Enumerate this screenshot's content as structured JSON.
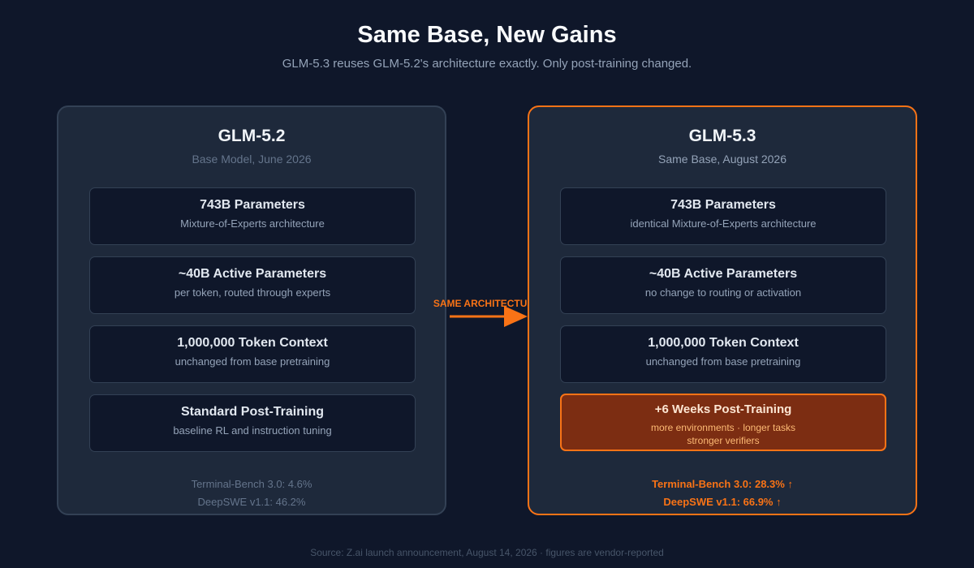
{
  "title": "Same Base, New Gains",
  "subtitle": "GLM-5.3 reuses GLM-5.2's architecture exactly. Only post-training changed.",
  "left": {
    "name": "GLM-5.2",
    "subtitle": "Base Model, June 2026",
    "cards": [
      {
        "title": "743B Parameters",
        "desc": "Mixture-of-Experts architecture"
      },
      {
        "title": "~40B Active Parameters",
        "desc": "per token, routed through experts"
      },
      {
        "title": "1,000,000 Token Context",
        "desc": "unchanged from base pretraining"
      },
      {
        "title": "Standard Post-Training",
        "desc": "baseline RL and instruction tuning"
      }
    ],
    "metrics": [
      "Terminal-Bench 3.0: 4.6%",
      "DeepSWE v1.1: 46.2%"
    ]
  },
  "right": {
    "name": "GLM-5.3",
    "subtitle": "Same Base, August 2026",
    "cards": [
      {
        "title": "743B Parameters",
        "desc": "identical Mixture-of-Experts architecture"
      },
      {
        "title": "~40B Active Parameters",
        "desc": "no change to routing or activation"
      },
      {
        "title": "1,000,000 Token Context",
        "desc": "unchanged from base pretraining"
      },
      {
        "title": "+6 Weeks Post-Training",
        "desc": "more environments · longer tasks",
        "desc2": "stronger verifiers"
      }
    ],
    "metrics": [
      "Terminal-Bench 3.0: 28.3% ↑",
      "DeepSWE v1.1: 66.9% ↑"
    ]
  },
  "connector": {
    "label": "SAME ARCHITECTURE"
  },
  "footer": "Source: Z.ai launch announcement, August 14, 2026 · figures are vendor-reported",
  "colors": {
    "accent": "#f97316",
    "background": "#0f172a",
    "panel": "#1e293b",
    "highlight": "#7c2d12"
  }
}
